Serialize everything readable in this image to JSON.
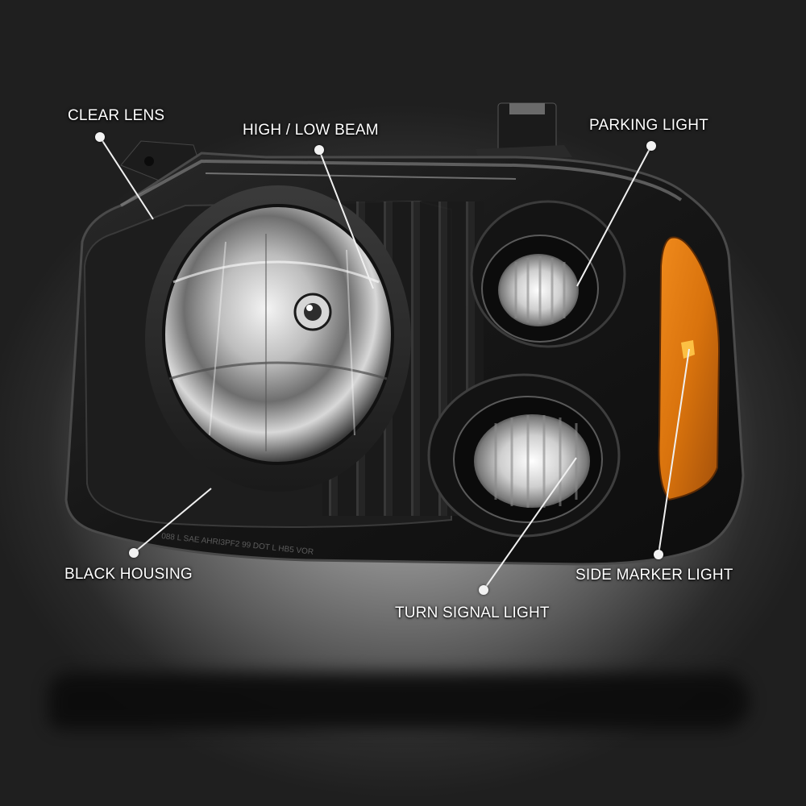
{
  "image": {
    "subject": "black housing headlight assembly with amber side marker",
    "background_color": "#1e1e1e",
    "spotlight_color": "#b9b9b9",
    "housing_color": "#151515",
    "amber_color": "#d9730d",
    "lens_etching": "088 L SAE AHRI3PF2 99 DOT L HB5 VOR"
  },
  "callouts": [
    {
      "id": "clear-lens",
      "label": "CLEAR LENS",
      "dot": [
        124,
        170
      ],
      "target": [
        190,
        272
      ]
    },
    {
      "id": "high-low-beam",
      "label": "HIGH / LOW BEAM",
      "dot": [
        396,
        186
      ],
      "target": [
        463,
        358
      ]
    },
    {
      "id": "parking-light",
      "label": "PARKING LIGHT",
      "dot": [
        808,
        181
      ],
      "target": [
        716,
        355
      ]
    },
    {
      "id": "black-housing",
      "label": "BLACK HOUSING",
      "dot": [
        166,
        686
      ],
      "target": [
        262,
        606
      ]
    },
    {
      "id": "turn-signal-light",
      "label": "TURN SIGNAL LIGHT",
      "dot": [
        600,
        732
      ],
      "target": [
        715,
        568
      ]
    },
    {
      "id": "side-marker-light",
      "label": "SIDE MARKER LIGHT",
      "dot": [
        817,
        688
      ],
      "target": [
        855,
        433
      ]
    }
  ]
}
